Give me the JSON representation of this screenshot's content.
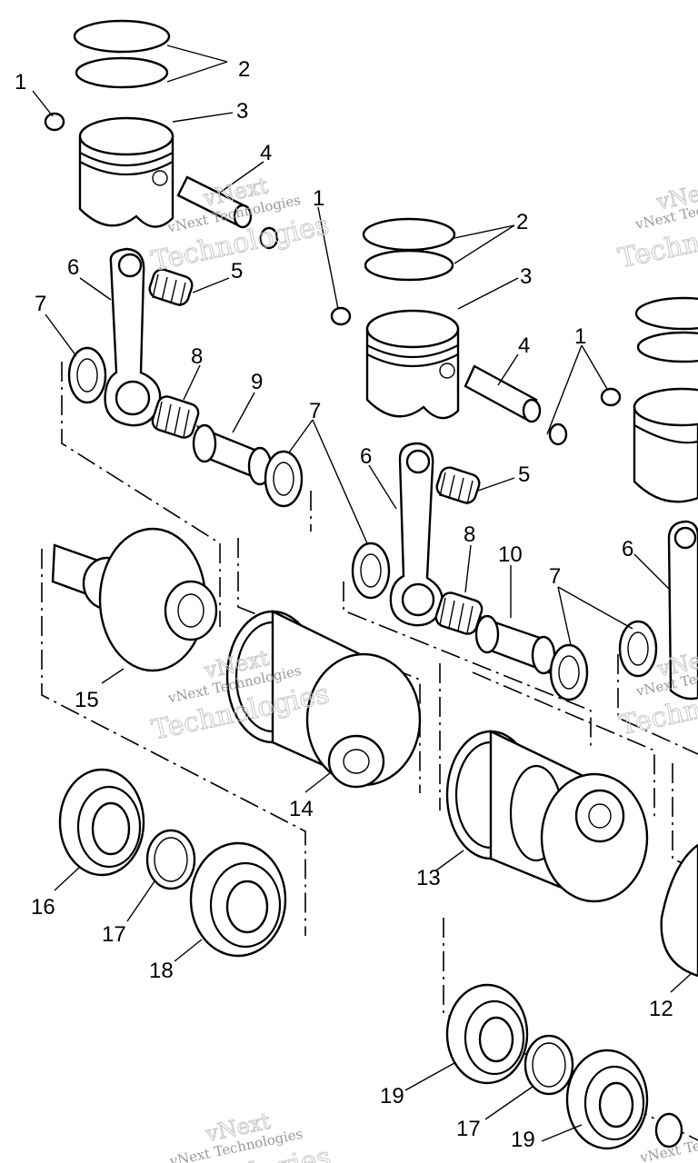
{
  "labels": [
    {
      "text": "1"
    },
    {
      "text": "2"
    },
    {
      "text": "3"
    },
    {
      "text": "4"
    },
    {
      "text": "1"
    },
    {
      "text": "2"
    },
    {
      "text": "3"
    },
    {
      "text": "6"
    },
    {
      "text": "5"
    },
    {
      "text": "7"
    },
    {
      "text": "8"
    },
    {
      "text": "9"
    },
    {
      "text": "4"
    },
    {
      "text": "1"
    },
    {
      "text": "7"
    },
    {
      "text": "6"
    },
    {
      "text": "5"
    },
    {
      "text": "8"
    },
    {
      "text": "10"
    },
    {
      "text": "7"
    },
    {
      "text": "6"
    },
    {
      "text": "15"
    },
    {
      "text": "14"
    },
    {
      "text": "13"
    },
    {
      "text": "16"
    },
    {
      "text": "17"
    },
    {
      "text": "18"
    },
    {
      "text": "12"
    },
    {
      "text": "19"
    },
    {
      "text": "17"
    },
    {
      "text": "19"
    }
  ],
  "watermarks": [
    {
      "small": "vNext Technologies",
      "big": "vNext",
      "big2": "Technologies"
    },
    {
      "small": "vNext Technologies",
      "big": "vNext",
      "big2": "Technologies"
    },
    {
      "small": "vNext Technologies",
      "big": "vNext",
      "big2": "Technologies"
    },
    {
      "small": "vNext Technologies",
      "big": "vNext",
      "big2": "Technologies"
    },
    {
      "small": "vNext Technologies",
      "big": "vNext",
      "big2": "Technologies"
    }
  ]
}
